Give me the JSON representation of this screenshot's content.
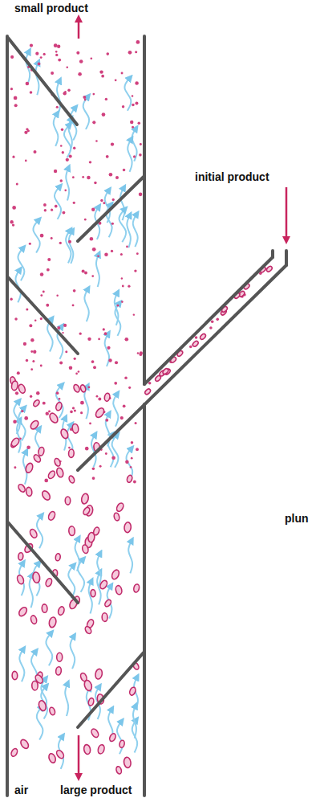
{
  "diagram": {
    "labels": [
      "small product",
      "initial product",
      "plun",
      "air",
      "large product"
    ]
  }
}
